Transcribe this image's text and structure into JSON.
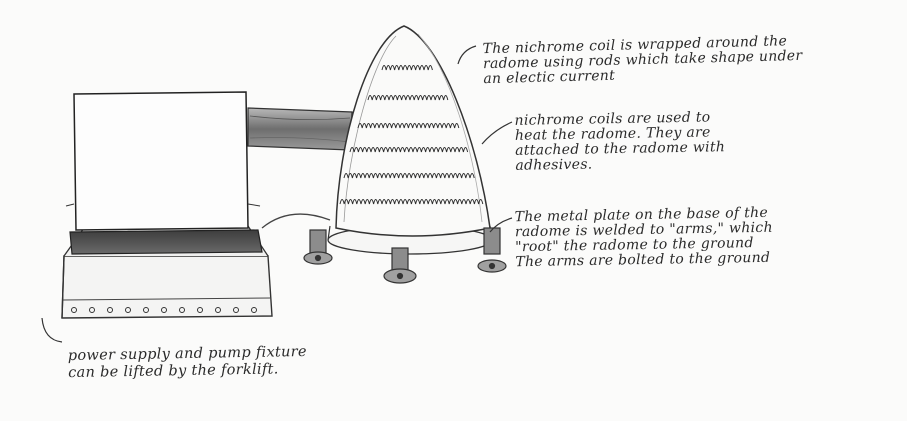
{
  "annotations": {
    "coil_wrapping": [
      "The nichrome coil is wrapped around the",
      "radome using rods which take shape under",
      "an electic current"
    ],
    "coil_heating": [
      "nichrome coils are used to",
      "heat the radome. They are",
      "attached to the radome with",
      "adhesives."
    ],
    "base_plate": [
      "The metal plate on the base of the",
      "radome is welded to \"arms,\" which",
      "\"root\" the radome to the ground",
      "The arms are bolted to the ground"
    ],
    "power_supply": [
      "power supply and pump fixture",
      "can be lifted by the forklift."
    ]
  },
  "colors": {
    "ink": "#2a2a2a",
    "paper": "#fbfbfa",
    "shading": "#8a8a8a"
  },
  "icons": [
    "power-supply-unit",
    "radome-cone",
    "nichrome-coil",
    "mounting-arm"
  ]
}
